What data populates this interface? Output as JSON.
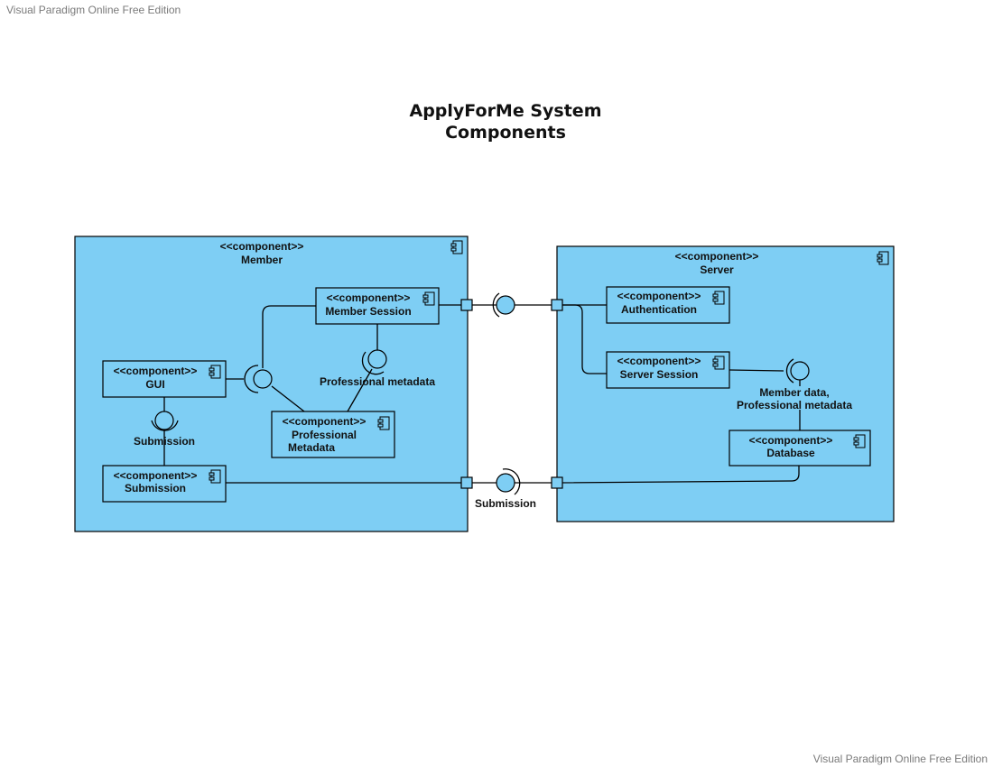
{
  "watermark": "Visual Paradigm Online Free Edition",
  "title": {
    "line1": "ApplyForMe System",
    "line2": "Components"
  },
  "stereotype": "<<component>>",
  "colors": {
    "component_fill": "#7ecef4",
    "stroke": "#000000"
  },
  "containers": {
    "member": {
      "name": "Member"
    },
    "server": {
      "name": "Server"
    }
  },
  "components": {
    "member_session": {
      "lines": [
        "Member Session"
      ]
    },
    "gui": {
      "lines": [
        "GUI"
      ]
    },
    "professional_metadata": {
      "lines": [
        "Professional",
        "Metadata"
      ]
    },
    "submission": {
      "lines": [
        "Submission"
      ]
    },
    "authentication": {
      "lines": [
        "Authentication"
      ]
    },
    "server_session": {
      "lines": [
        "Server Session"
      ]
    },
    "database": {
      "lines": [
        "Database"
      ]
    }
  },
  "interfaces": {
    "professional_metadata": "Professional metadata",
    "submission_internal": "Submission",
    "submission_external": "Submission",
    "member_data": [
      "Member data,",
      "Professional metadata"
    ]
  }
}
